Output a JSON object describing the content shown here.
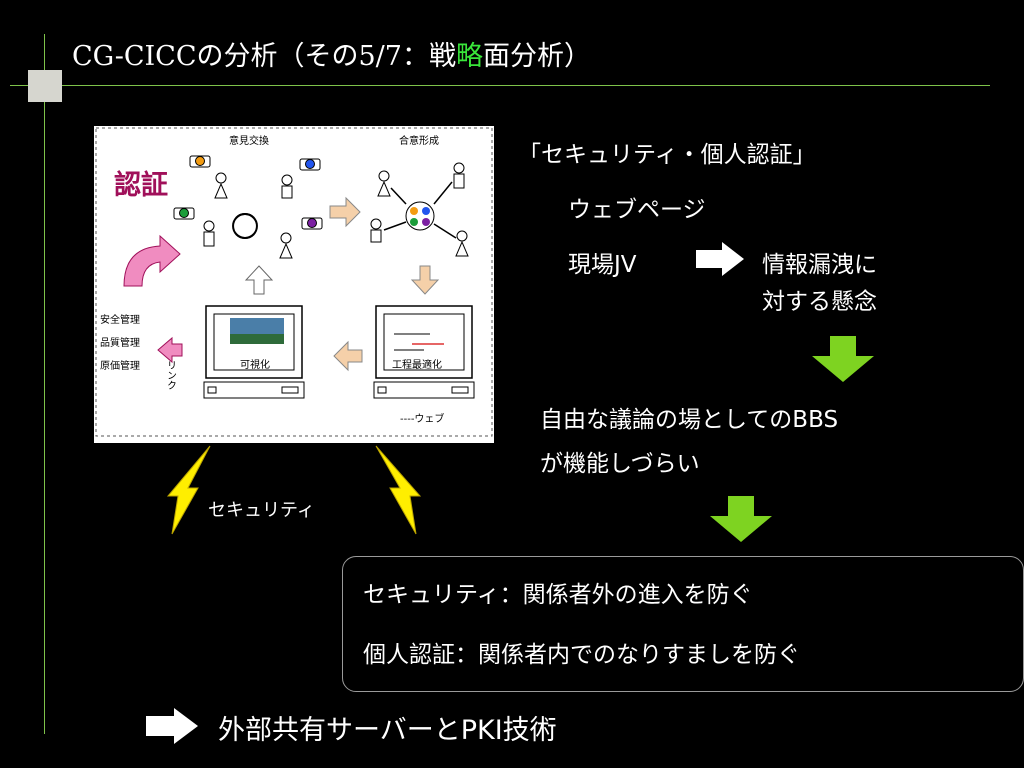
{
  "title": {
    "prefix": "CG-CICCの分析（その5/7：戦",
    "highlight": "略",
    "suffix": "面分析）",
    "highlight_color": "#39e63a"
  },
  "diagram": {
    "auth_label": "認証",
    "opinion_exchange": "意見交換",
    "consensus": "合意形成",
    "side_items": [
      "安全管理",
      "品質管理",
      "原価管理"
    ],
    "link_label": "リンク",
    "visualize_label": "可視化",
    "optimize_label": "工程最適化",
    "web_legend": "----ウェブ"
  },
  "security_bolt_label": "セキュリティ",
  "heading": "「セキュリティ・個人認証」",
  "web_page": "ウェブページ",
  "site_jv": "現場JV",
  "concern_line1": "情報漏洩に",
  "concern_line2": "対する懸念",
  "bbs_line1": "自由な議論の場としてのBBS",
  "bbs_line2": "が機能しづらい",
  "summary": {
    "line1": "セキュリティ：関係者外の進入を防ぐ",
    "line2": "個人認証：関係者内でのなりすましを防ぐ"
  },
  "conclusion": "外部共有サーバーとPKI技術",
  "colors": {
    "accent_green": "#39e63a",
    "arrow_green": "#7ed321",
    "bolt_yellow": "#ffee00",
    "line_green": "#7ec24a"
  }
}
